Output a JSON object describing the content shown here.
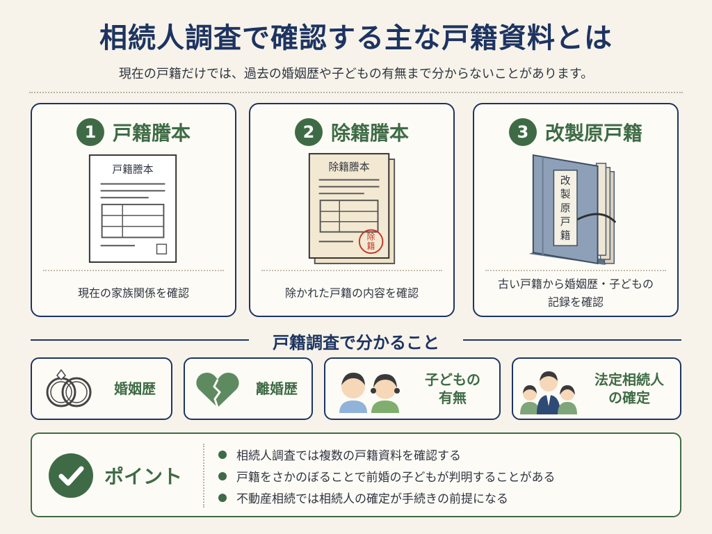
{
  "header": {
    "title": "相続人調査で確認する主な戸籍資料とは",
    "subtitle": "現在の戸籍だけでは、過去の婚姻歴や子どもの有無まで分からないことがあります。"
  },
  "cards": [
    {
      "number": "1",
      "title": "戸籍謄本",
      "doc_label": "戸籍謄本",
      "desc": "現在の家族関係を確認"
    },
    {
      "number": "2",
      "title": "除籍謄本",
      "doc_label": "除籍謄本",
      "stamp": [
        "除",
        "籍"
      ],
      "desc": "除かれた戸籍の内容を確認"
    },
    {
      "number": "3",
      "title": "改製原戸籍",
      "book_label": [
        "改",
        "製",
        "原",
        "戸",
        "籍"
      ],
      "desc_lines": [
        "古い戸籍から婚姻歴・子どもの",
        "記録を確認"
      ]
    }
  ],
  "section": {
    "title": "戸籍調査で分かること"
  },
  "tiles": [
    {
      "icon": "rings-icon",
      "label_lines": [
        "婚姻歴"
      ]
    },
    {
      "icon": "broken-heart-icon",
      "label_lines": [
        "離婚歴"
      ]
    },
    {
      "icon": "children-icon",
      "label_lines": [
        "子どもの",
        "有無"
      ]
    },
    {
      "icon": "family-icon",
      "label_lines": [
        "法定相続人",
        "の確定"
      ]
    }
  ],
  "point": {
    "title": "ポイント",
    "items": [
      "相続人調査では複数の戸籍資料を確認する",
      "戸籍をさかのぼることで前婚の子どもが判明することがある",
      "不動産相続では相続人の確定が手続きの前提になる"
    ]
  },
  "colors": {
    "navy": "#1d3461",
    "green": "#3e6b45",
    "background": "#f7f3ea",
    "stamp_red": "#c0392b"
  }
}
